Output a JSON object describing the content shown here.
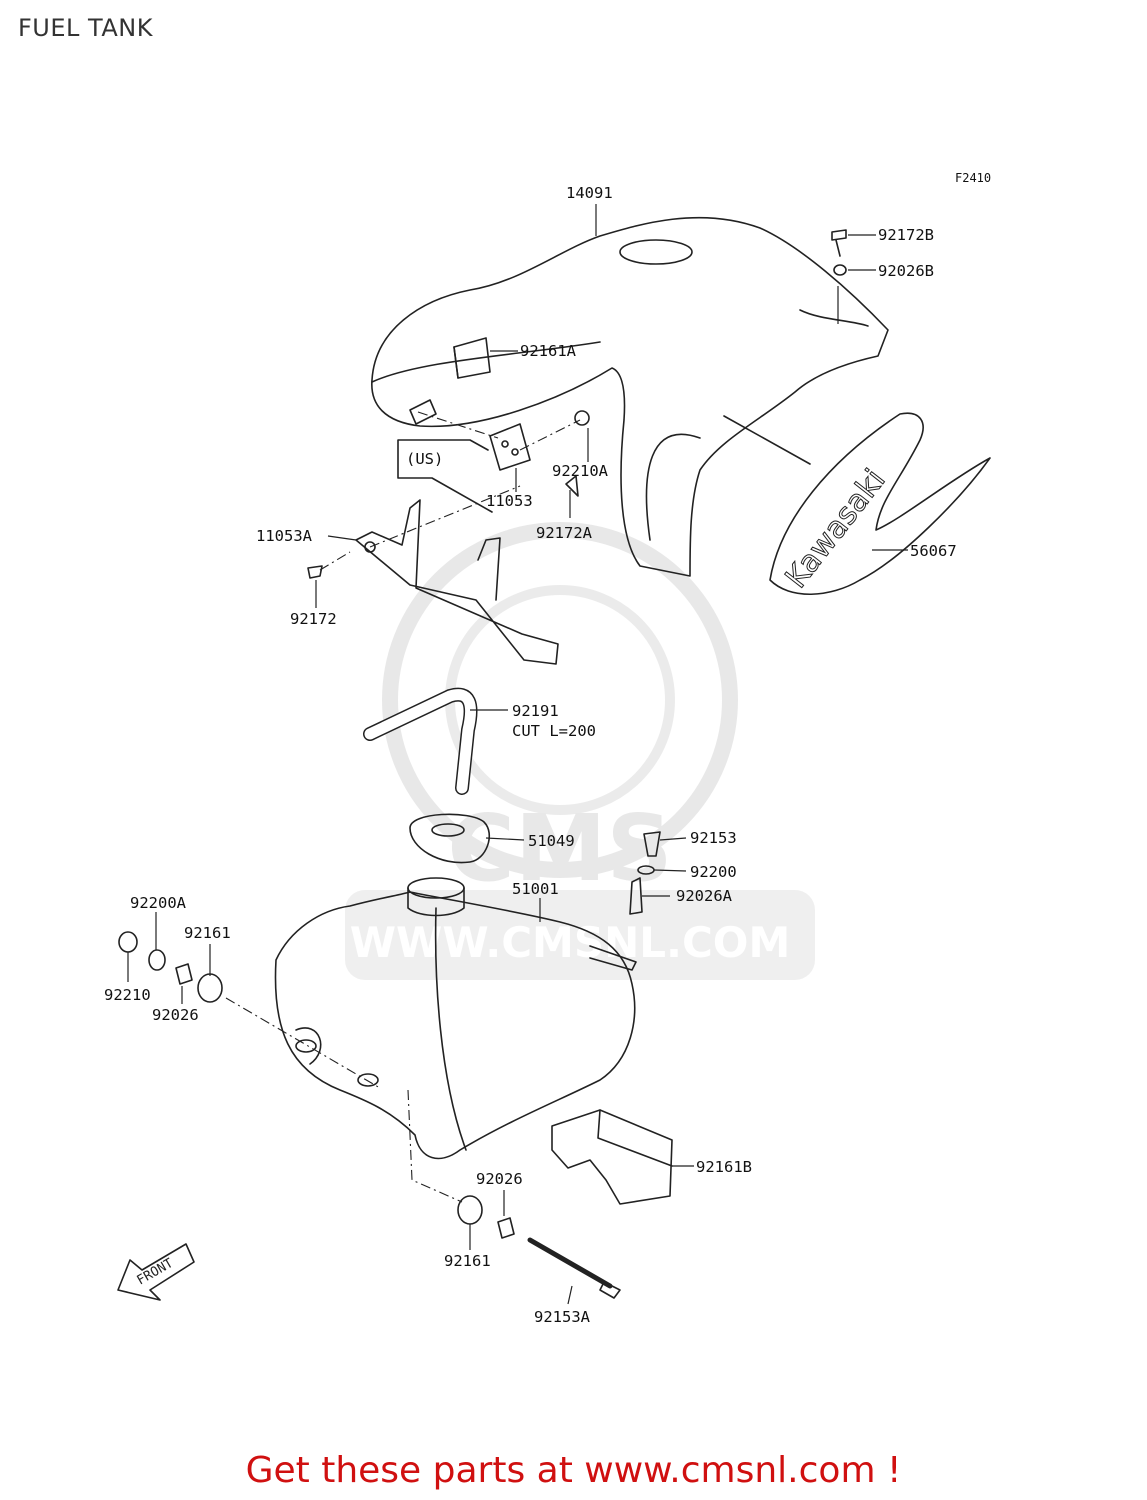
{
  "header": {
    "title": "FUEL TANK"
  },
  "figure_code": "F2410",
  "part_labels": [
    "14091",
    "92172B",
    "92026B",
    "92161A",
    "(US)",
    "92210A",
    "11053",
    "92172A",
    "11053A",
    "92172",
    "56067",
    "92191",
    "CUT L=200",
    "51049",
    "92153",
    "92200",
    "92026A",
    "51001",
    "92200A",
    "92161",
    "92210",
    "92026",
    "92161B",
    "92026",
    "92161",
    "92153A"
  ],
  "decal_text": "Kawasaki",
  "front_arrow_text": "FRONT",
  "watermark_text": "WWW.CMSNL.COM",
  "watermark_logo_text": "CMS",
  "footer": {
    "text": "Get these parts at www.cmsnl.com !"
  },
  "colors": {
    "footer_text": "#d01010",
    "line_art": "#222222",
    "watermark": "#cfcfcf"
  }
}
